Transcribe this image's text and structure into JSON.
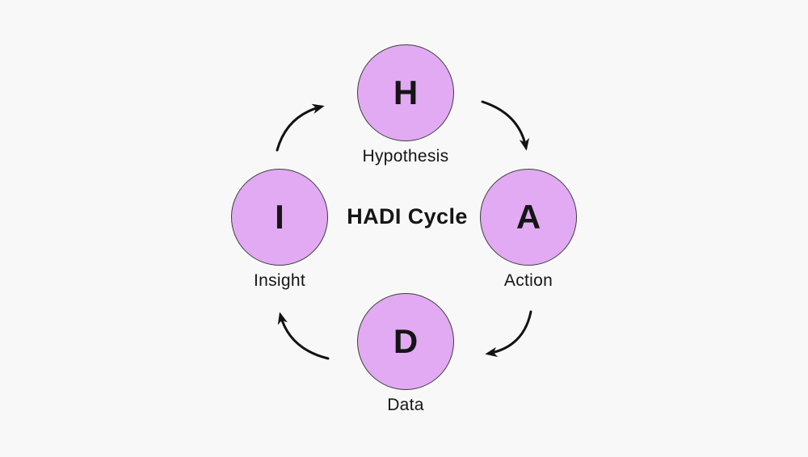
{
  "title": "HADI Cycle",
  "nodes": [
    {
      "id": "hypothesis",
      "letter": "H",
      "label": "Hypothesis"
    },
    {
      "id": "action",
      "letter": "A",
      "label": "Action"
    },
    {
      "id": "data",
      "letter": "D",
      "label": "Data"
    },
    {
      "id": "insight",
      "letter": "I",
      "label": "Insight"
    }
  ],
  "arrows": [
    {
      "from": "Hypothesis",
      "to": "Action"
    },
    {
      "from": "Action",
      "to": "Data"
    },
    {
      "from": "Data",
      "to": "Insight"
    },
    {
      "from": "Insight",
      "to": "Hypothesis"
    }
  ],
  "colors": {
    "background": "#f8f8f8",
    "node-fill": "#e2aaf3",
    "node-stroke": "#3d3d3d",
    "arrow": "#121212",
    "text": "#151515"
  }
}
